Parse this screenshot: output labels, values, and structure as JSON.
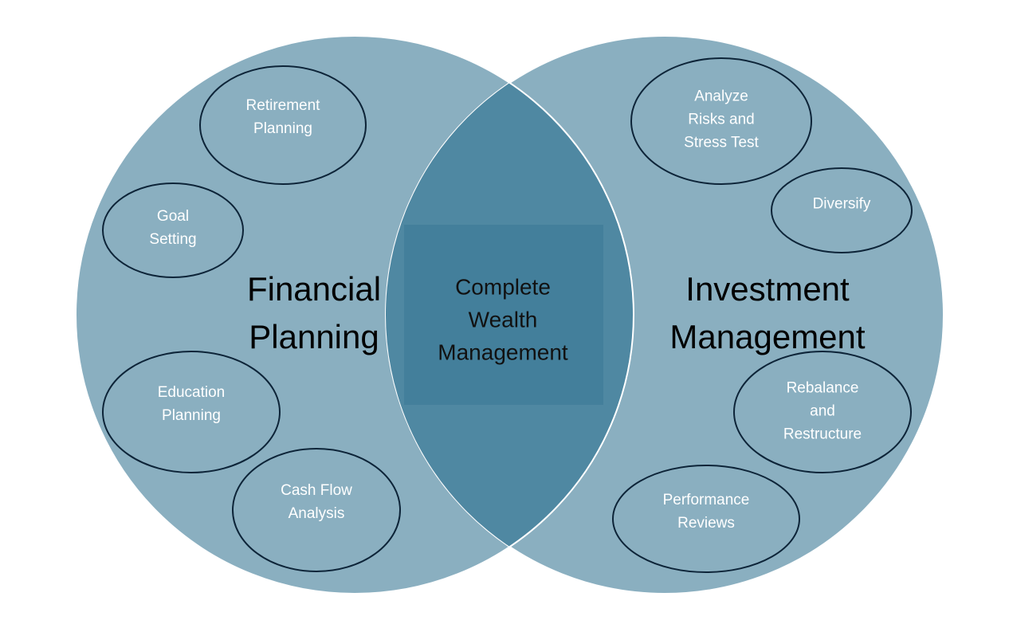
{
  "colors": {
    "circle_fill": "#8aafc0",
    "overlap_fill": "#4f88a2",
    "center_box": "#437f9b",
    "sub_stroke": "#0d2438",
    "sub_text": "#ffffff",
    "main_text": "#000000"
  },
  "left": {
    "title": "Financial\nPlanning",
    "items": [
      "Retirement\nPlanning",
      "Goal\nSetting",
      "Education\nPlanning",
      "Cash Flow\nAnalysis"
    ]
  },
  "right": {
    "title": "Investment\nManagement",
    "items": [
      "Analyze\nRisks and\nStress Test",
      "Diversify",
      "Rebalance\nand\nRestructure",
      "Performance\nReviews"
    ]
  },
  "center": {
    "title": "Complete\nWealth\nManagement"
  }
}
